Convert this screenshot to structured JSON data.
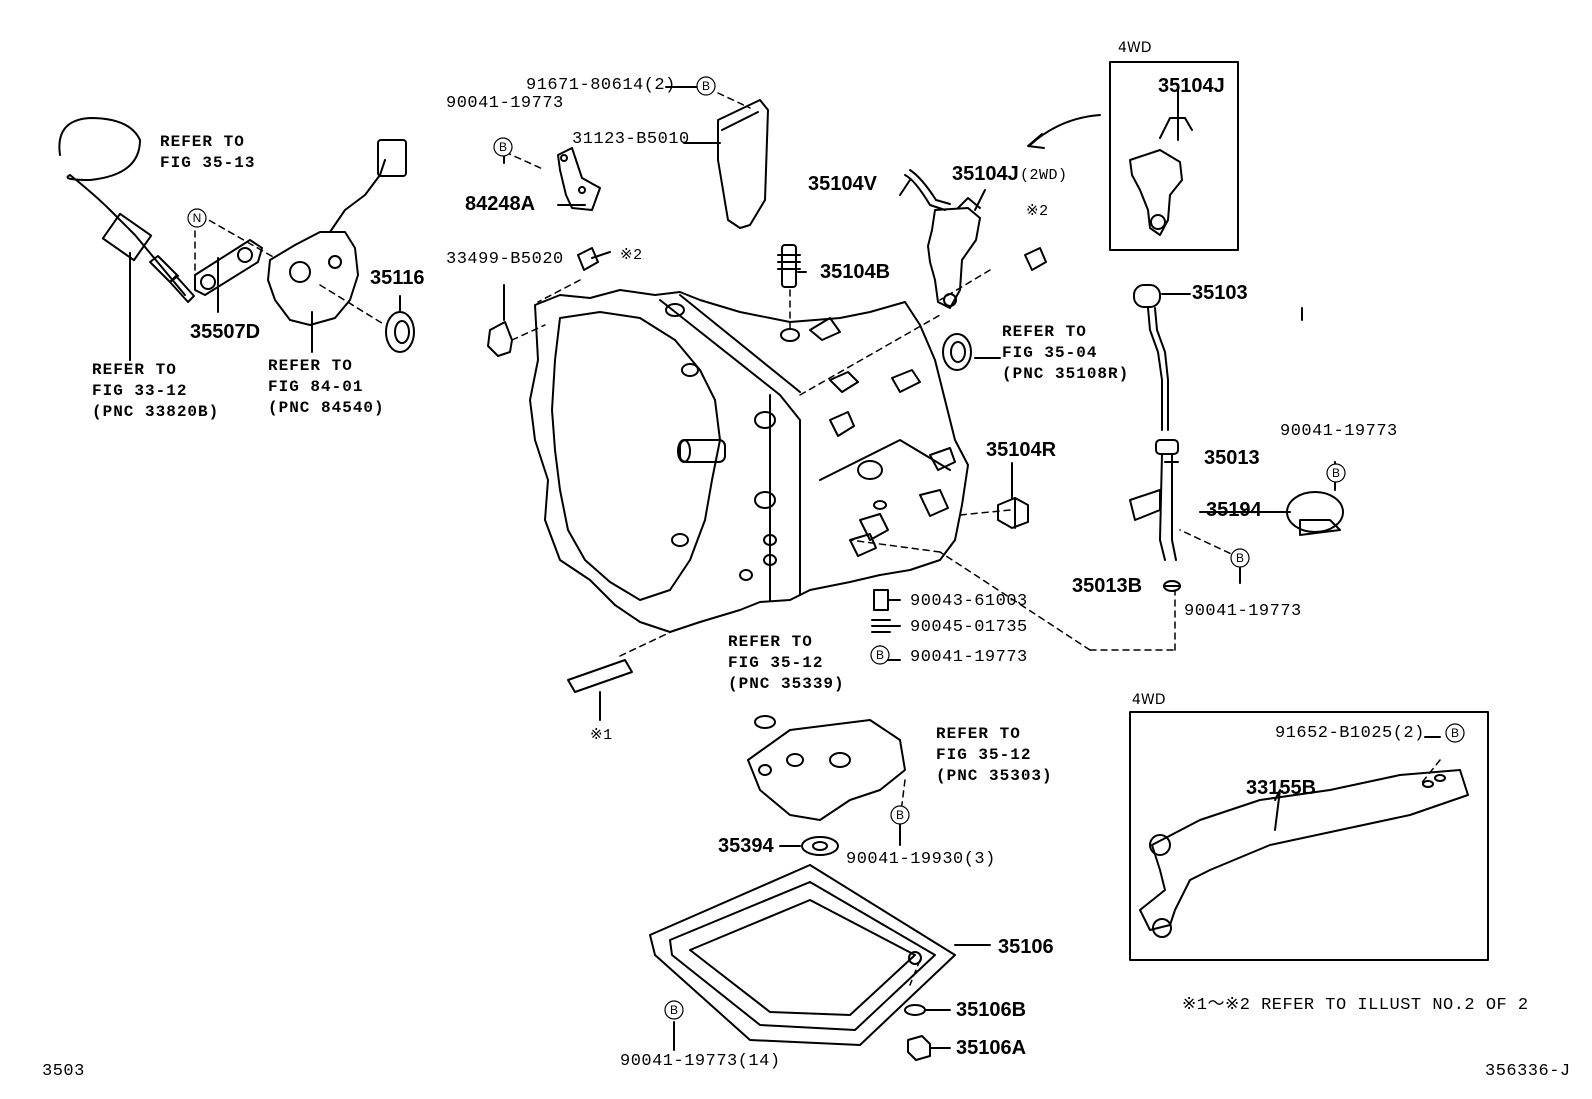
{
  "boxes": {
    "upper_4wd_title": "4WD",
    "lower_4wd_title": "4WD"
  },
  "markers": {
    "b": "B",
    "n": "N",
    "mark2": "※2",
    "mark1": "※1"
  },
  "labels": {
    "p91671": "91671-80614(2)",
    "p90041_top": "90041-19773",
    "p31123": "31123-B5010",
    "p84248": "84248A",
    "p33499": "33499-B5020",
    "p35104v": "35104V",
    "p35104j_2wd": "35104J",
    "p35104j_2wd_tag": "(2WD)",
    "p35104j_4wd": "35104J",
    "p35104b": "35104B",
    "p35103": "35103",
    "p35116": "35116",
    "p35507d": "35507D",
    "p35104r": "35104R",
    "p35013": "35013",
    "p90041_right": "90041-19773",
    "p35194": "35194",
    "p35013b": "35013B",
    "p90041_bottomright": "90041-19773",
    "p90043": "90043-61003",
    "p90045": "90045-01735",
    "p90041_center": "90041-19773",
    "p91652": "91652-B1025(2)",
    "p33155b": "33155B",
    "p35394": "35394",
    "p90041_19930": "90041-19930(3)",
    "p35106": "35106",
    "p35106b": "35106B",
    "p35106a": "35106A",
    "p90041_14": "90041-19773(14)"
  },
  "refers": {
    "r35_13": [
      "REFER TO",
      "FIG 35-13"
    ],
    "r33_12": [
      "REFER TO",
      "FIG 33-12",
      "(PNC 33820B)"
    ],
    "r84_01": [
      "REFER TO",
      "FIG 84-01",
      "(PNC 84540)"
    ],
    "r35_04": [
      "REFER TO",
      "FIG 35-04",
      "(PNC 35108R)"
    ],
    "r35_12a": [
      "REFER TO",
      "FIG 35-12",
      "(PNC 35339)"
    ],
    "r35_12b": [
      "REFER TO",
      "FIG 35-12",
      "(PNC 35303)"
    ]
  },
  "notes": {
    "illust_ref": "※1～※2 REFER TO ILLUST NO.2 OF 2",
    "page_code": "3503",
    "illust_code": "356336-J"
  }
}
